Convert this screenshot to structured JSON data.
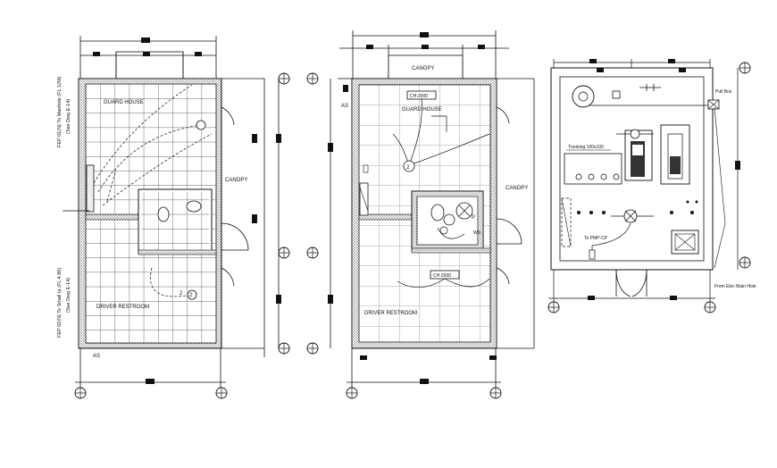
{
  "plan1": {
    "guard_house": "GUARD HOUSE",
    "canopy": "CANOPY",
    "driver_restroom": "DRIVER RESTROOM",
    "side_note_top": "FEP 01(N) To Manhole (FL 12M)",
    "side_note_top_ref": "(See Dwg E-14)",
    "side_note_bottom": "FEP 02(N) To Small Ip (FL 4.86)",
    "side_note_bottom_ref": "(See Dwg E-14)",
    "as_tag": "AS",
    "marker_upper": "2",
    "marker_lower": "2"
  },
  "plan2": {
    "canopy_top": "CANOPY",
    "canopy_side": "CANOPY",
    "guard_house": "GUARD HOUSE",
    "driver_restroom": "DRIVER RESTROOM",
    "as_tag": "AS",
    "ch_upper": "CH-2000",
    "ch_lower": "CH-2000",
    "marker": "2",
    "ws_tag": "WS",
    "p_tag": "P"
  },
  "plan3": {
    "trunking": "Trunking 100x100",
    "to_pmp": "To PMP-CP",
    "pull_box": "Pull Box",
    "from_manhole": "From Elec Main Hole"
  }
}
